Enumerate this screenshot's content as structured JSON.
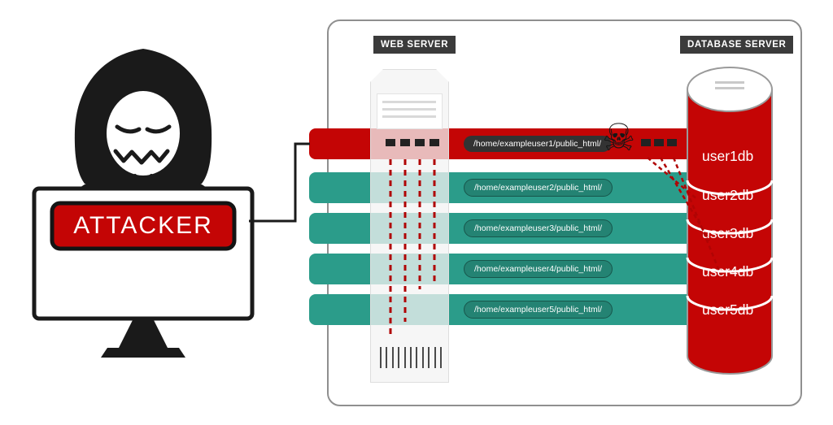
{
  "attacker": {
    "label": "ATTACKER"
  },
  "labels": {
    "web_server": "WEB SERVER",
    "database_server": "DATABASE SERVER"
  },
  "icons": {
    "skull": "☠"
  },
  "users": [
    {
      "path": "/home/exampleuser1/public_html/",
      "db": "user1db",
      "bar_color": "#c40505"
    },
    {
      "path": "/home/exampleuser2/public_html/",
      "db": "user2db",
      "bar_color": "#2b9c8a"
    },
    {
      "path": "/home/exampleuser3/public_html/",
      "db": "user3db",
      "bar_color": "#2b9c8a"
    },
    {
      "path": "/home/exampleuser4/public_html/",
      "db": "user4db",
      "bar_color": "#2b9c8a"
    },
    {
      "path": "/home/exampleuser5/public_html/",
      "db": "user5db",
      "bar_color": "#2b9c8a"
    }
  ],
  "colors": {
    "attack_red": "#c40505",
    "safe_teal": "#2b9c8a",
    "badge_dark": "#3b3b3b",
    "dashed_red": "#b00404"
  }
}
